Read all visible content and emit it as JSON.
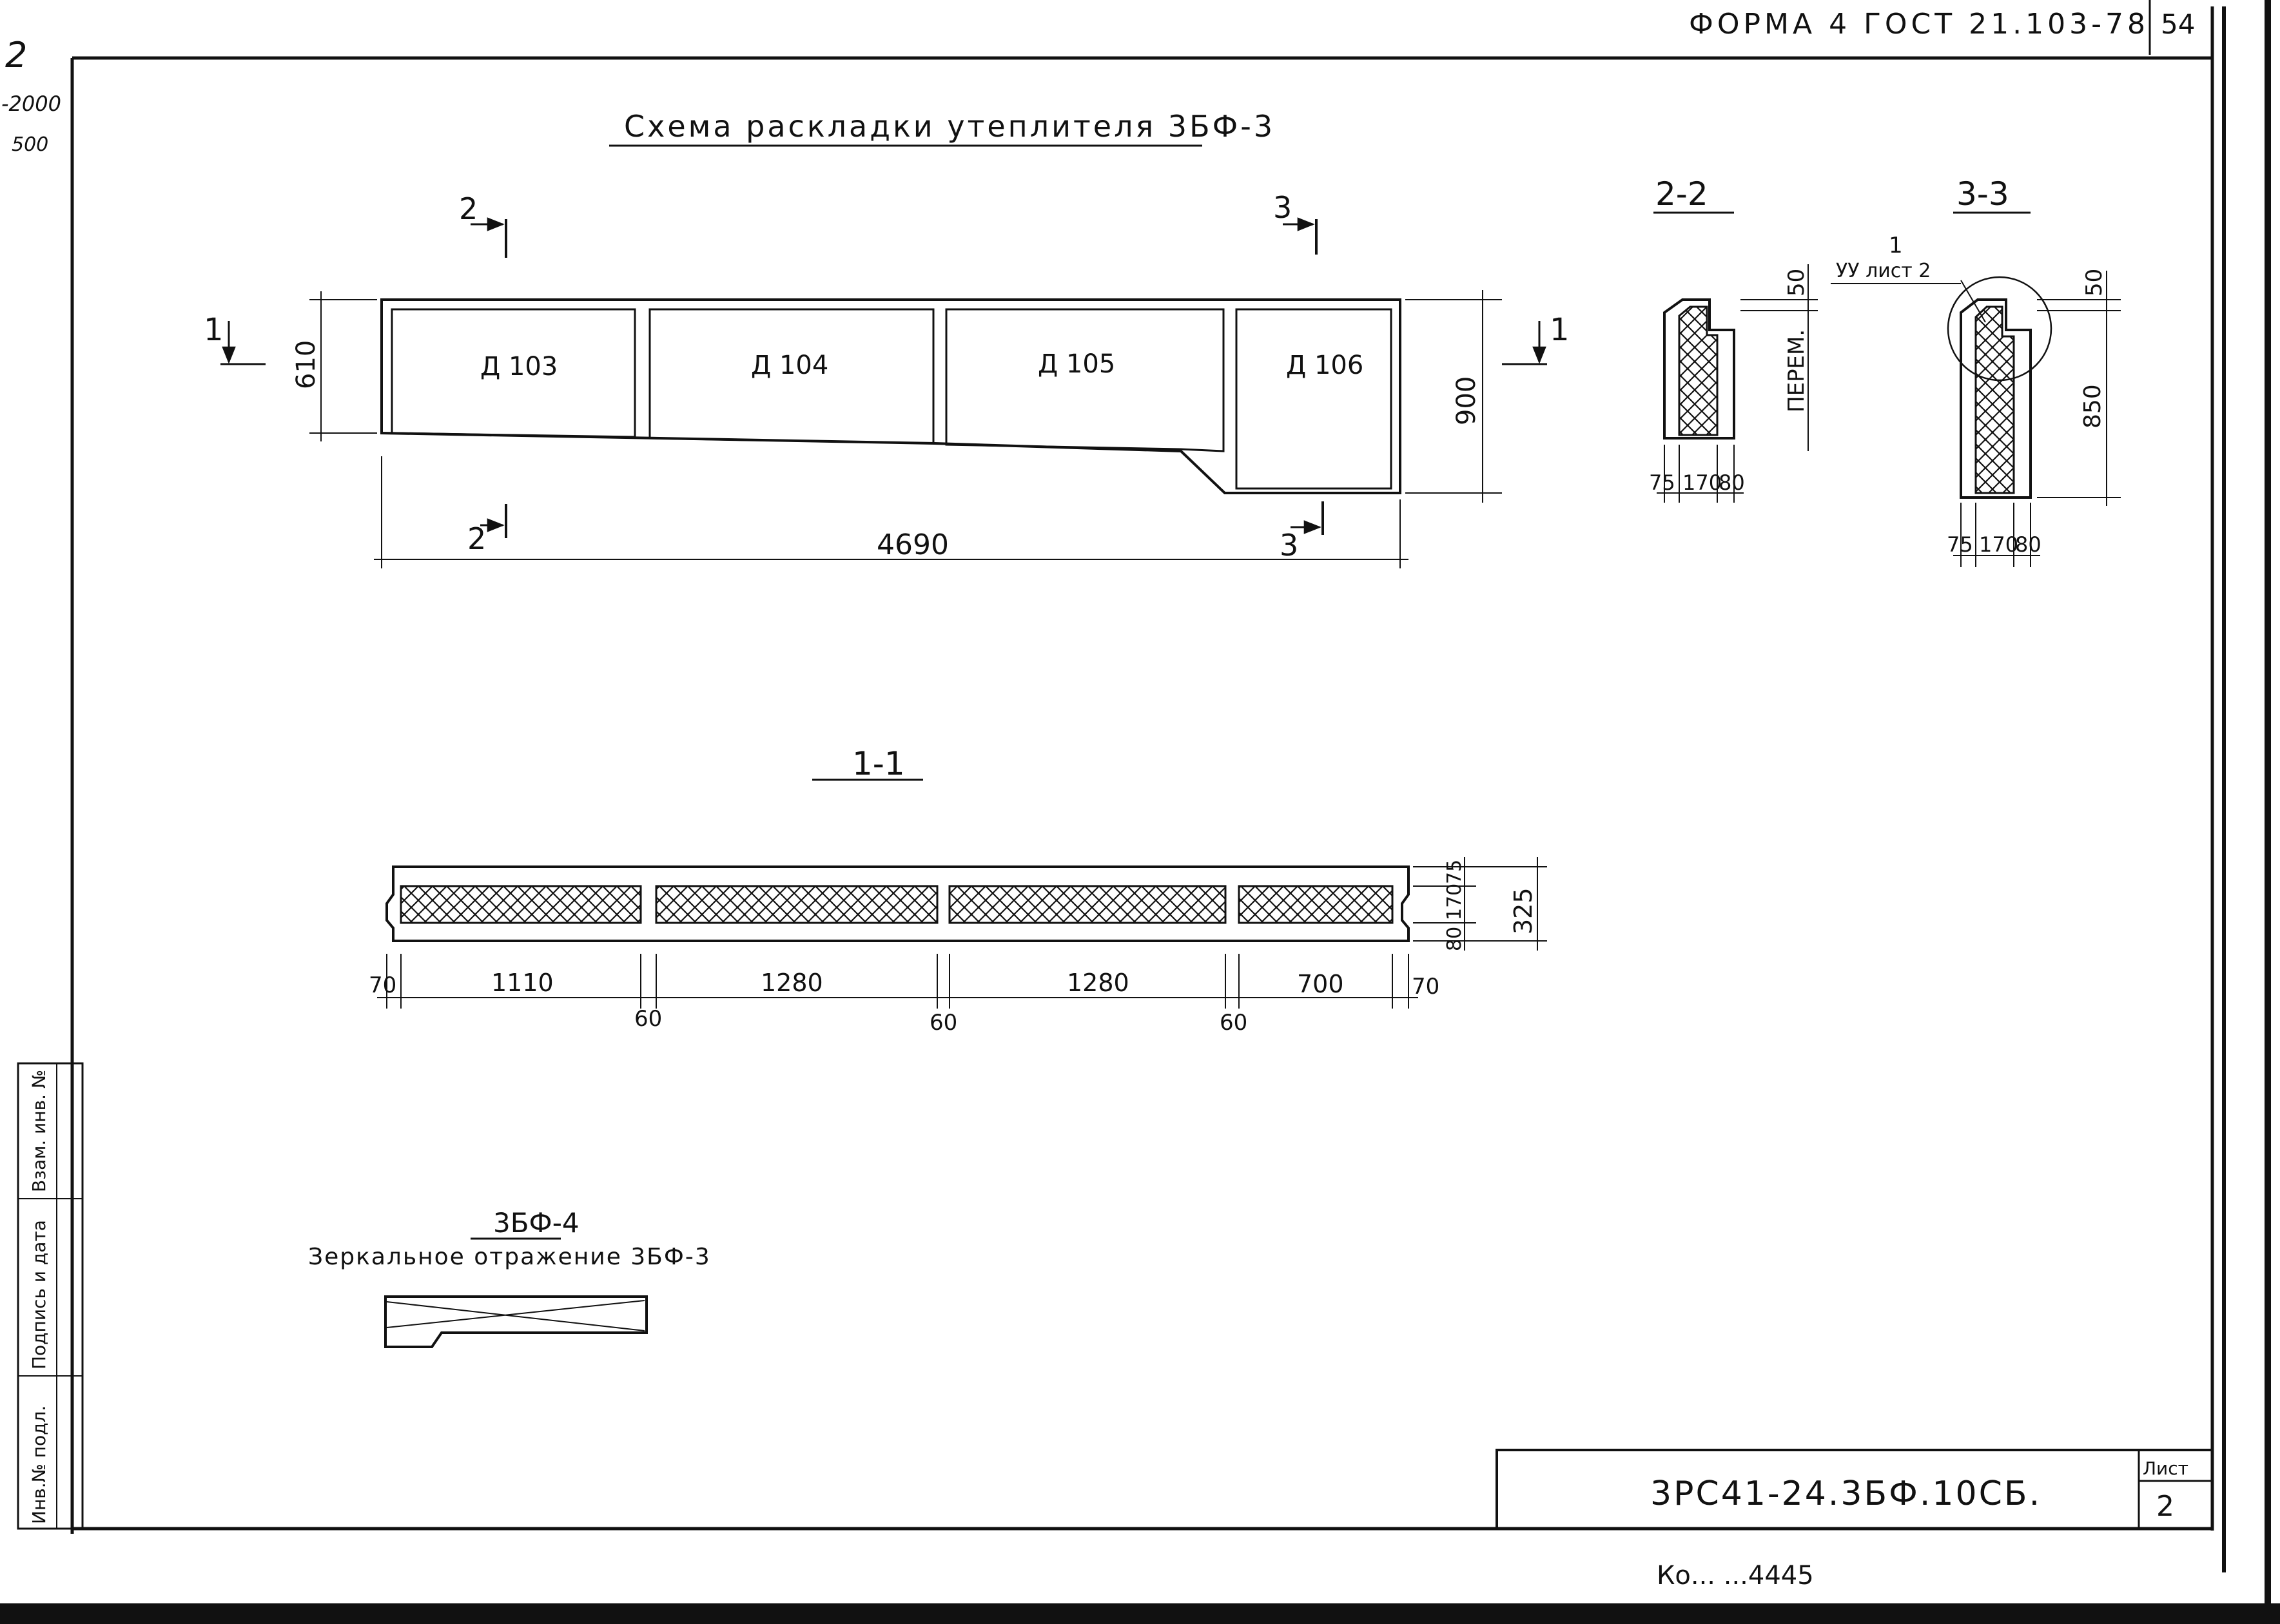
{
  "header": {
    "form_label": "ФОРМА 4 ГОСТ 21.103-78",
    "page_number": "54",
    "corner_mark": "2",
    "margin_note_1": "-2000",
    "margin_note_2": "500",
    "bottom_cut_text": "Ко...  ...4445"
  },
  "drawing": {
    "title": "Схема раскладки утеплителя 3БФ-3",
    "section_marks": {
      "s1": "1",
      "s2": "2",
      "s3": "3"
    },
    "insulation_labels": [
      "Д 103",
      "Д 104",
      "Д 105",
      "Д 106"
    ],
    "dims_plan": {
      "height_left": "610",
      "height_right": "900",
      "length_total": "4690"
    }
  },
  "section_2_2": {
    "title": "2-2",
    "dim_top": "50",
    "vertical_label": "ПЕРЕМ.",
    "dims_bottom": [
      "75",
      "170",
      "80"
    ]
  },
  "section_3_3": {
    "title": "3-3",
    "callout_number": "1",
    "callout_ref": "УУ лист 2",
    "dim_top": "50",
    "dim_height": "850",
    "dims_bottom": [
      "75",
      "170",
      "80"
    ]
  },
  "section_1_1": {
    "title": "1-1",
    "dims_length": [
      "70",
      "1110",
      "1280",
      "1280",
      "700",
      "70"
    ],
    "dims_gaps": [
      "60",
      "60",
      "60"
    ],
    "dims_thickness": [
      "75",
      "170",
      "80"
    ],
    "dim_total_thickness": "325"
  },
  "mirror_note": {
    "title": "3БФ-4",
    "text": "Зеркальное отражение 3БФ-3"
  },
  "left_stamp": {
    "fields": [
      "Инв.№ подл.",
      "Подпись и дата",
      "Взам. инв. №"
    ]
  },
  "title_block": {
    "designation": "3РС41-24.3БФ.10СБ.",
    "sheet_label": "Лист",
    "sheet_number": "2"
  },
  "colors": {
    "ink": "#111111",
    "paper": "#ffffff"
  }
}
